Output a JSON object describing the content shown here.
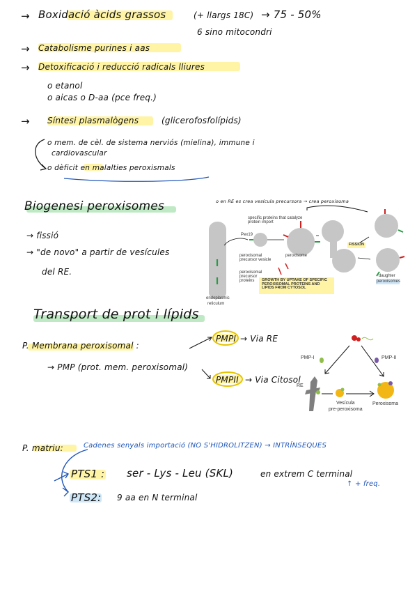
{
  "notes": {
    "l1": "Boxidació àcids grassos",
    "l1b": "(+ llargs 18C)",
    "l1c": "→ 75 - 50%",
    "l1d": "6 sino mitocondri",
    "l2": "Catabolisme purines i aas",
    "l3": "Detoxificació i reducció radicals lliures",
    "l3a": "o etanol",
    "l3b": "o aicas o D-aa (pce freq.)",
    "l4": "Síntesi plasmalògens",
    "l4b": "(glicerofosfolípids)",
    "l5a": "o mem. de cèl. de sistema nerviós (mielina), immune i",
    "l5b": "cardiovascular",
    "l5c": "o dèficit en malalties peroxismals",
    "h1": "Biogenesi peroxisomes",
    "b1": "→ fissió",
    "b2": "→ \"de novo\" a partir de vesícules",
    "b3": "del RE.",
    "fig1_top": "o en RE es crea vesícula precursora → crea peroxisoma",
    "h2": "Transport de prot i lípids",
    "p1": "P. Membrana peroxisomal :",
    "p2": "→ PMP (prot. mem. peroxisomal)",
    "pmp1": "PMPI",
    "pmp1_to": "→ Via RE",
    "pmp2": "PMPII",
    "pmp2_to": "→ Via Citosol",
    "m1": "P. matriu:",
    "m1b": "Cadenes senyals importació (NO S'HIDROLITZEN) → INTRÍNSEQUES",
    "pts1": "PTS1 :",
    "pts1b": "ser - Lys - Leu (SKL)",
    "pts1c": "en extrem C terminal",
    "pts1d": "↑ + freq.",
    "pts2": "PTS2:",
    "pts2b": "9 aa en N terminal"
  },
  "figure1": {
    "specific": "specific proteins that catalyze protein import",
    "pex19": "Pex19",
    "ppv": "peroxisomal precursor vesicle",
    "perox": "peroxisome",
    "ppp": "peroxisomal precursor proteins",
    "growth": "GROWTH BY UPTAKE OF SPECIFIC PEROXISOMAL PROTEINS AND LIPIDS FROM CYTOSOL",
    "fission": "FISSION",
    "daughter": "daughter",
    "daughter2": "peroxisomes",
    "er": "endoplasmic",
    "er2": "reticulum"
  },
  "figure2": {
    "pmp1": "PMP-I",
    "pmp2": "PMP-II",
    "re": "RE",
    "ves": "Vesícula",
    "ves2": "pre-peroxisoma",
    "perox": "Peroxisoma"
  },
  "colors": {
    "highlight_yellow": "#fff4a6",
    "highlight_green": "#bfe9c4",
    "ink_blue": "#1f56b8"
  }
}
